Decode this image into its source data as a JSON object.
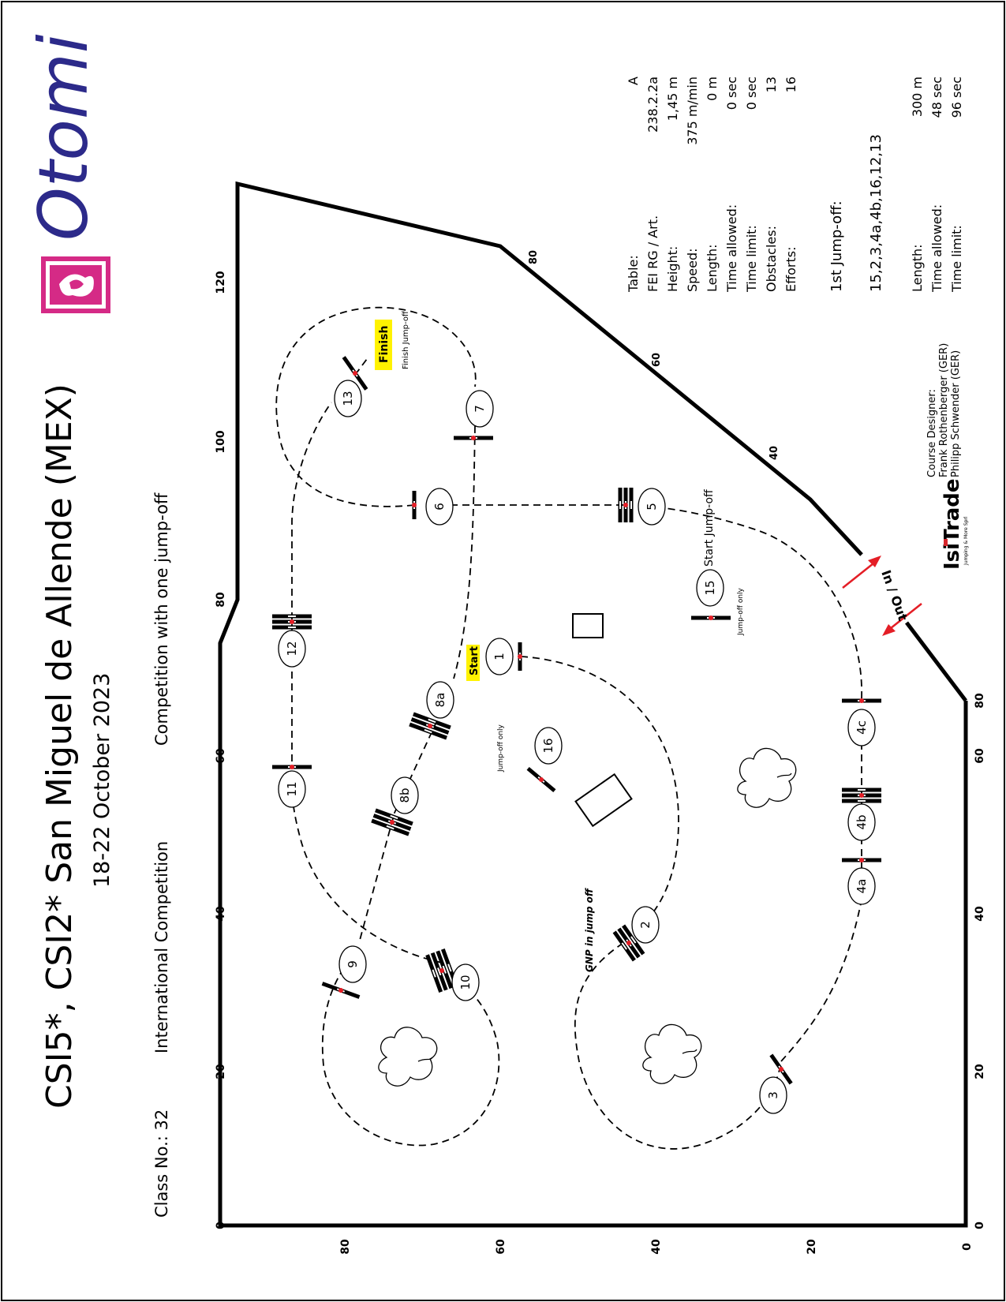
{
  "header": {
    "title": "CSI5*, CSI2* San Miguel de Allende (MEX)",
    "dates": "18-22 October 2023",
    "class_no": "Class No.: 32",
    "competition": "International Competition",
    "format": "Competition with one jump-off"
  },
  "brand": {
    "logo_text": "Otomi",
    "accent": "#2c2a8a",
    "seal": "#d52a86"
  },
  "details": {
    "rows": [
      {
        "label": "Table:",
        "value": "A"
      },
      {
        "label": "FEI RG / Art.",
        "value": "238.2.2a"
      },
      {
        "label": "Height:",
        "value": "1,45  m"
      },
      {
        "label": "Speed:",
        "value": "375  m/min"
      },
      {
        "label": "Length:",
        "value": "0    m"
      },
      {
        "label": "Time allowed:",
        "value": "0  sec"
      },
      {
        "label": "Time limit:",
        "value": "0  sec"
      },
      {
        "label": "Obstacles:",
        "value": "13"
      },
      {
        "label": "Efforts:",
        "value": "16"
      }
    ],
    "jumpoff_label": "1st Jump-off:",
    "jumpoff_sequence": "15,2,3,4a,4b,16,12,13",
    "jumpoff_rows": [
      {
        "label": "Length:",
        "value": "300   m"
      },
      {
        "label": "Time allowed:",
        "value": "48  sec"
      },
      {
        "label": "Time limit:",
        "value": "96  sec"
      }
    ]
  },
  "designer": {
    "title": "Course Designer:",
    "names": [
      "Frank Rothenberger (GER)",
      "Philipp Schwender (GER)"
    ]
  },
  "sponsor": {
    "logo": "IsiTrade",
    "tagline": "Jumping & More Sprl"
  },
  "arena": {
    "x_ticks": [
      "0",
      "20",
      "40",
      "60",
      "80",
      "100",
      "120"
    ],
    "y_ticks": [
      "0",
      "20",
      "40",
      "60",
      "80"
    ],
    "edge_ticks": [
      "40",
      "60",
      "80"
    ],
    "in_out": "In / Out"
  },
  "course": {
    "obstacles": [
      "1",
      "2",
      "3",
      "4a",
      "4b",
      "4c",
      "5",
      "6",
      "7",
      "8a",
      "8b",
      "9",
      "10",
      "11",
      "12",
      "13",
      "15",
      "16"
    ],
    "start_label": "Start",
    "finish_label": "Finish",
    "finish_jumpoff": "Finish Jump-off",
    "start_jumpoff": "Start Jump-off",
    "jumpoff_only": "Jump-off only",
    "gnp_note": "GNP in jump off"
  }
}
